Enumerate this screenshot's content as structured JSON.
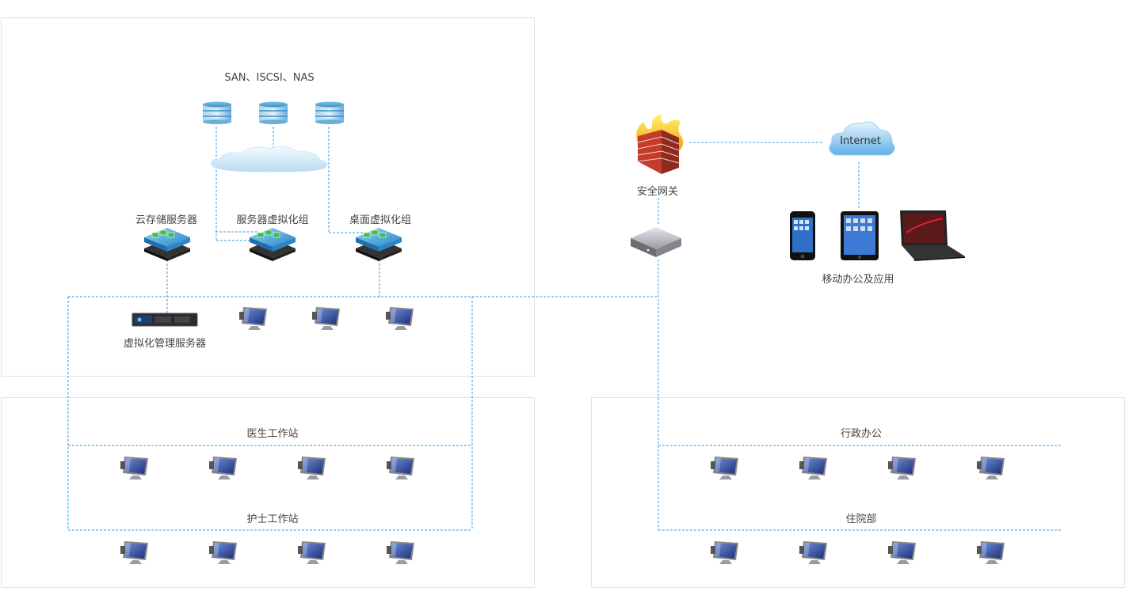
{
  "storage": {
    "protocols": "SAN、ISCSI、NAS"
  },
  "servers": {
    "cloud_storage": "云存储服务器",
    "server_virtualization": "服务器虚拟化组",
    "desktop_virtualization": "桌面虚拟化组",
    "virtualization_management": "虚拟化管理服务器"
  },
  "network": {
    "gateway": "安全网关",
    "internet": "Internet",
    "mobile": "移动办公及应用"
  },
  "zones": {
    "doctor": "医生工作站",
    "nurse": "护士工作站",
    "admin": "行政办公",
    "inpatient": "住院部"
  },
  "colors": {
    "line": "#3a9bd9",
    "panel_border": "#e2e2e2",
    "label": "#444444"
  }
}
